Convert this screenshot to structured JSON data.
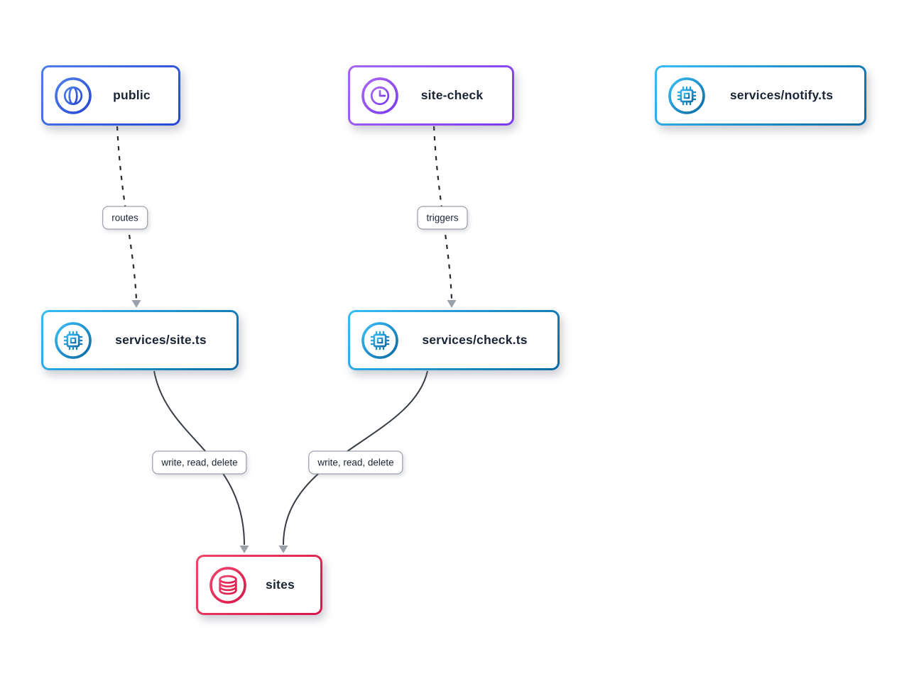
{
  "diagram": {
    "background": "#ffffff",
    "nodes": [
      {
        "id": "public",
        "label": "public",
        "icon": "globe-icon",
        "border_gradient": [
          "#4e80ec",
          "#2746d3"
        ]
      },
      {
        "id": "site-check",
        "label": "site-check",
        "icon": "clock-icon",
        "border_gradient": [
          "#a866f6",
          "#7b3aec"
        ]
      },
      {
        "id": "services-notify",
        "label": "services/notify.ts",
        "icon": "chip-icon",
        "border_gradient": [
          "#38bdf8",
          "#0b69a3"
        ]
      },
      {
        "id": "services-site",
        "label": "services/site.ts",
        "icon": "chip-icon",
        "border_gradient": [
          "#38bdf8",
          "#0b69a3"
        ]
      },
      {
        "id": "services-check",
        "label": "services/check.ts",
        "icon": "chip-icon",
        "border_gradient": [
          "#38bdf8",
          "#0b69a3"
        ]
      },
      {
        "id": "sites",
        "label": "sites",
        "icon": "database-icon",
        "border_gradient": [
          "#f0466a",
          "#d8164a"
        ]
      }
    ],
    "edges": [
      {
        "from": "public",
        "to": "services-site",
        "label": "routes",
        "style": "dashed"
      },
      {
        "from": "site-check",
        "to": "services-check",
        "label": "triggers",
        "style": "dashed"
      },
      {
        "from": "services-site",
        "to": "sites",
        "label": "write, read, delete",
        "style": "solid"
      },
      {
        "from": "services-check",
        "to": "sites",
        "label": "write, read, delete",
        "style": "solid"
      }
    ],
    "colors": {
      "node_background": "#ffffff",
      "node_text": "#1b2434",
      "edge_dashed_stroke": "#26292e",
      "edge_solid_stroke": "#383d44",
      "arrowhead": "#9aa1ab",
      "edge_label_border": "#868d98"
    }
  }
}
